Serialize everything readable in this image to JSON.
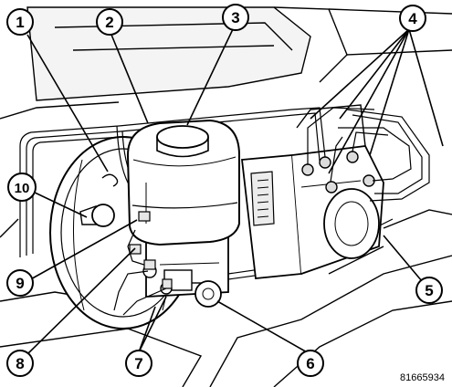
{
  "figure_id": "81665934",
  "callouts": [
    {
      "label": "1"
    },
    {
      "label": "2"
    },
    {
      "label": "3"
    },
    {
      "label": "4"
    },
    {
      "label": "5"
    },
    {
      "label": "6"
    },
    {
      "label": "7"
    },
    {
      "label": "8"
    },
    {
      "label": "9"
    },
    {
      "label": "10"
    }
  ]
}
